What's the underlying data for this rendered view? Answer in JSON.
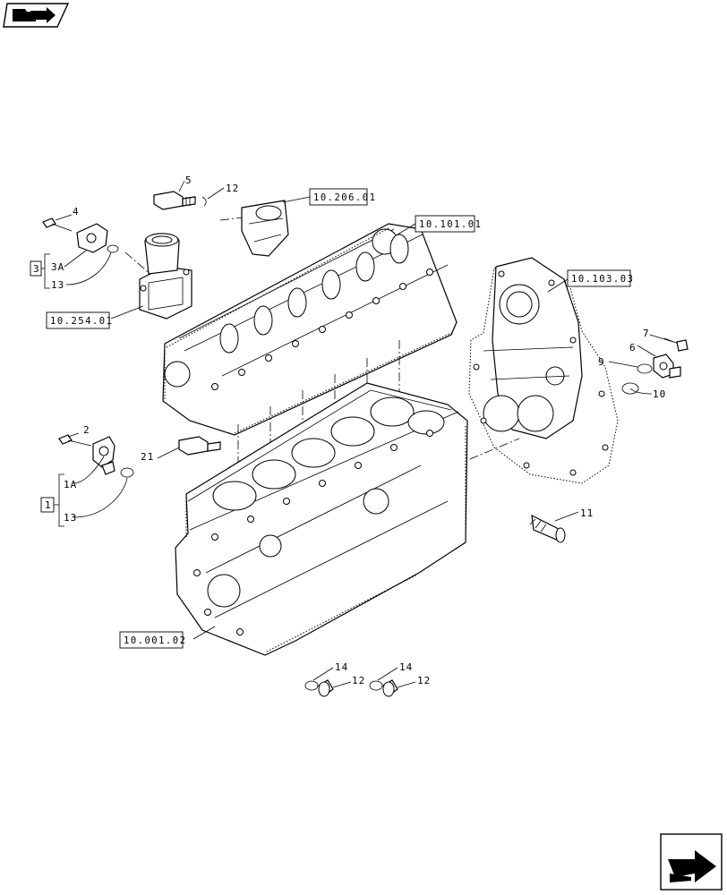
{
  "callouts": {
    "c1": "1",
    "c1a": "1A",
    "c2": "2",
    "c3": "3",
    "c3a": "3A",
    "c4": "4",
    "c5": "5",
    "c6": "6",
    "c7": "7",
    "c9": "9",
    "c10": "10",
    "c11": "11",
    "c12a": "12",
    "c12b": "12",
    "c12c": "12",
    "c13a": "13",
    "c13b": "13",
    "c14a": "14",
    "c14b": "14",
    "c21": "21"
  },
  "references": {
    "r206": "10.206.01",
    "r101": "10.101.01",
    "r103": "10.103.03",
    "r254": "10.254.01",
    "r001": "10.001.02"
  },
  "icons": {
    "top_left": "folder-nav-icon",
    "bottom_right": "next-page-arrow-icon"
  }
}
